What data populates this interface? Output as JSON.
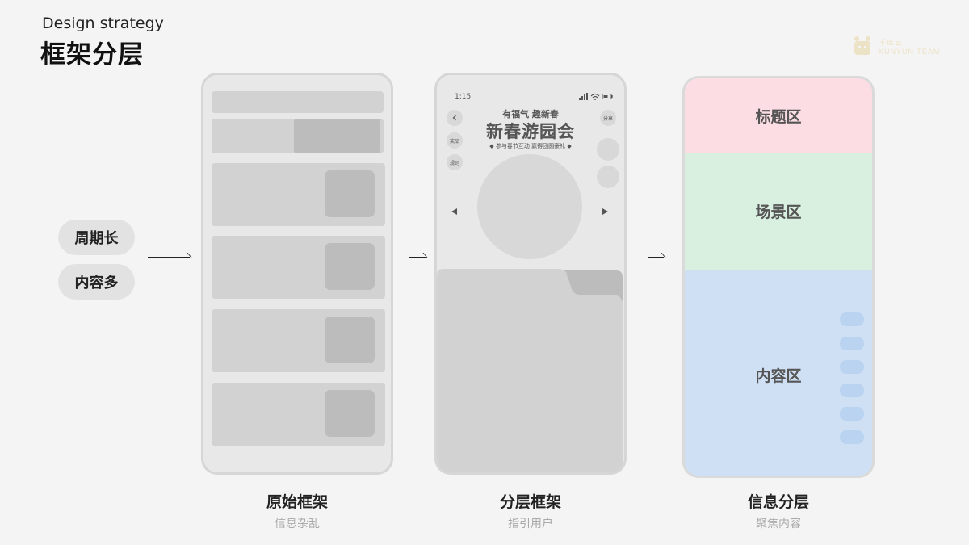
{
  "header": {
    "subtitle_en": "Design strategy",
    "title": "框架分层"
  },
  "logo": {
    "line1": "千库云",
    "line2": "KUNYUN TEAM"
  },
  "tags": [
    "周期长",
    "内容多"
  ],
  "phone1": {
    "caption": "原始框架",
    "subcaption": "信息杂乱"
  },
  "phone2": {
    "caption": "分层框架",
    "subcaption": "指引用户",
    "status_time": "1:15",
    "headline_small": "有福气 趣新春",
    "headline_big": "新春游园会",
    "headline_tag": "◆ 参与春节互动 赢得团圆豪礼 ◆",
    "btn_share": "分享",
    "btn_prize": "奖品",
    "btn_rules": "规则"
  },
  "phone3": {
    "caption": "信息分层",
    "subcaption": "聚焦内容",
    "zones": {
      "title": "标题区",
      "scene": "场景区",
      "content": "内容区"
    },
    "colors": {
      "title": "#fcdde3",
      "scene": "#d9efe0",
      "content": "#cfe0f4"
    }
  }
}
